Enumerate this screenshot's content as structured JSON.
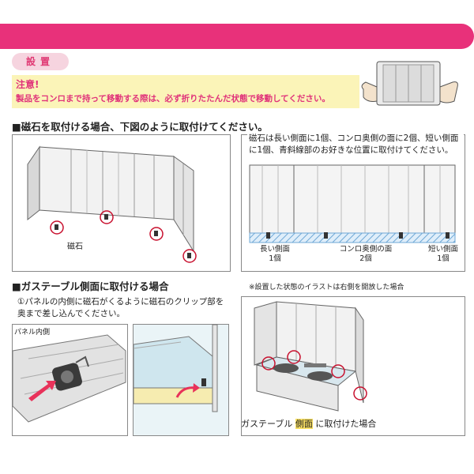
{
  "section_label": "設置",
  "caution": {
    "title": "注意!",
    "text": "製品をコンロまで持って移動する際は、必ず折りたたんだ状態で移動してください。"
  },
  "section1": {
    "heading": "■磁石を取付ける場合、下図のように取付けてください。",
    "magnet_label": "磁石",
    "instruction": "磁石は長い側面に1個、コンロ奥側の面に2個、短い側面に1個、青斜線部のお好きな位置に取付けてください。",
    "positions": [
      {
        "name": "長い側面",
        "count": "1個"
      },
      {
        "name": "コンロ奥側の面",
        "count": "2個"
      },
      {
        "name": "短い側面",
        "count": "1個"
      }
    ]
  },
  "section2": {
    "heading": "■ガステーブル側面に取付ける場合",
    "note": "※設置した状態のイラストは右側を開放した場合",
    "step": "①パネルの内側に磁石がくるように磁石のクリップ部を奥まで差し込んでください。",
    "panel_inner_label": "パネル内側",
    "caption_prefix": "ガステーブル",
    "caption_highlight": "側面",
    "caption_suffix": "に取付けた場合"
  },
  "colors": {
    "accent_pink": "#e8317a",
    "caution_bg": "#fbf4b8",
    "stripe_blue": "#6fa8d6",
    "highlight_yellow": "#f8df63",
    "arrow_red": "#e8325a"
  }
}
